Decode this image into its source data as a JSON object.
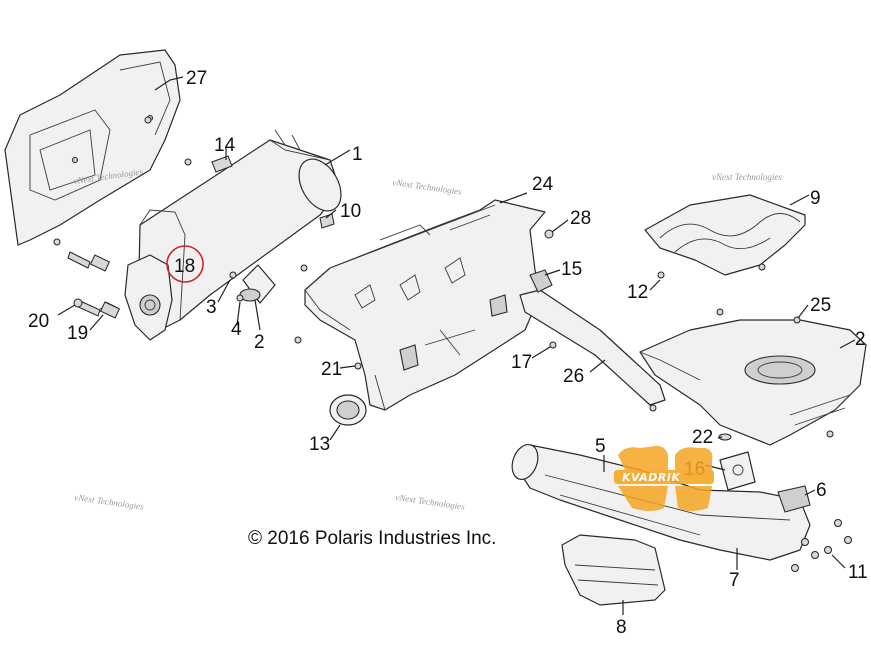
{
  "callouts": {
    "c1": "1",
    "c2a": "2",
    "c2b": "2",
    "c3": "3",
    "c4": "4",
    "c5": "5",
    "c6": "6",
    "c7": "7",
    "c8": "8",
    "c9": "9",
    "c10": "10",
    "c11": "11",
    "c12": "12",
    "c13": "13",
    "c14": "14",
    "c15": "15",
    "c16": "16",
    "c17": "17",
    "c18": "18",
    "c19": "19",
    "c20": "20",
    "c21": "21",
    "c22": "22",
    "c24": "24",
    "c25": "25",
    "c26": "26",
    "c27": "27",
    "c28": "28"
  },
  "copyright": "© 2016 Polaris Industries Inc.",
  "watermark": {
    "line1": "vNext Technologies"
  },
  "logo": {
    "text": "KVADRIK",
    "color": "#f5a623"
  },
  "highlight": {
    "callout": "18",
    "color": "#d0242b"
  }
}
